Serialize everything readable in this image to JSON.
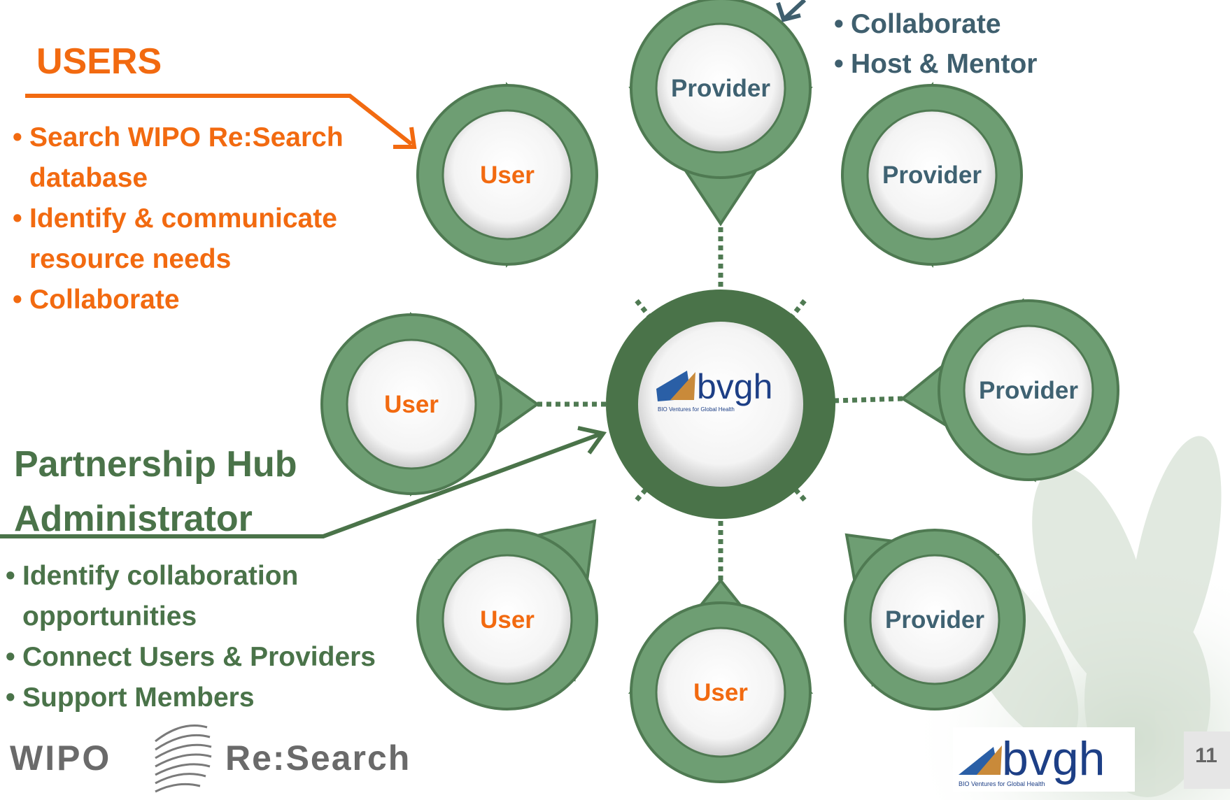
{
  "users_section": {
    "title": "USERS",
    "bullets": [
      [
        "Search WIPO Re:Search",
        "database"
      ],
      [
        "Identify & communicate",
        "resource needs"
      ],
      [
        "Collaborate"
      ]
    ]
  },
  "providers_section": {
    "bullets": [
      "Collaborate",
      "Host & Mentor"
    ]
  },
  "admin_section": {
    "title_line1": "Partnership Hub",
    "title_line2": "Administrator",
    "bullets": [
      [
        "Identify collaboration",
        "opportunities"
      ],
      [
        "Connect Users & Providers"
      ],
      [
        "Support Members"
      ]
    ]
  },
  "hub": {
    "logo_text": "bvgh",
    "logo_subtext": "BIO Ventures for Global Health"
  },
  "nodes": [
    {
      "label": "Provider",
      "role": "provider"
    },
    {
      "label": "Provider",
      "role": "provider"
    },
    {
      "label": "Provider",
      "role": "provider"
    },
    {
      "label": "Provider",
      "role": "provider"
    },
    {
      "label": "User",
      "role": "user"
    },
    {
      "label": "User",
      "role": "user"
    },
    {
      "label": "User",
      "role": "user"
    },
    {
      "label": "User",
      "role": "user"
    }
  ],
  "footer": {
    "wipo": "WIPO",
    "research": "Re:Search",
    "bvgh_logo_text": "bvgh",
    "bvgh_logo_subtext": "BIO Ventures for Global Health",
    "page_number": "11"
  },
  "colors": {
    "pin_fill": "#6e9e73",
    "pin_stroke": "#4f7a52",
    "hub_ring": "#4a7349",
    "user_text": "#f26a10",
    "provider_text": "#3f6272",
    "admin_text": "#4a7349"
  }
}
